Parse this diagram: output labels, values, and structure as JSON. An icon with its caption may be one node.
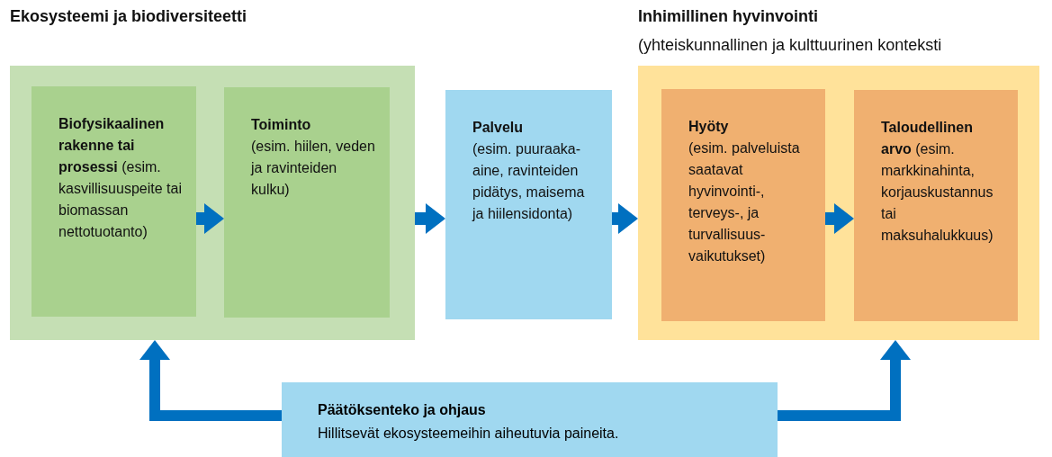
{
  "diagram": {
    "nodes": [
      {
        "text": [
          "Ekosysteemi ja biodiversiteetti"
        ]
      },
      {
        "text": [
          "**Biofysikaalinen rakenne tai prosessi** (esim. kasvillisuuspeite tai biomassan nettotuotanto)"
        ],
        "in": 0
      },
      {
        "text": [
          "Toiminto",
          "(esim. hiilen, veden ja ravinteiden kulku)"
        ],
        "in": 0
      },
      {
        "text": [
          "Palvelu",
          "(esim. puuraaka-aine, ravinteiden pidätys, maisema ja hiilensidonta)"
        ]
      },
      {
        "text": [
          "Inhimillinen hyvinvointi",
          "(yhteiskunnallinen ja kulttuurinen konteksti"
        ]
      },
      {
        "text": [
          "Hyöty",
          "(esim. palveluista saatavat hyvinvointi-, terveys-, ja turvallisuus-vaikutukset)"
        ],
        "in": 4
      },
      {
        "text": [
          "**Taloudellinen arvo** (esim. markkinahinta, korjauskustannus tai maksuhalukkuus)"
        ],
        "in": 4
      },
      {
        "text": [
          "Päätöksenteko ja ohjaus",
          "Hillitsevät ekosysteemeihin aiheutuvia paineita."
        ]
      }
    ],
    "edges": [
      {
        "from": 1,
        "to": 2,
        "arrow": "to"
      },
      {
        "from": 0,
        "to": 3,
        "arrow": "to"
      },
      {
        "from": 3,
        "to": 4,
        "arrow": "to"
      },
      {
        "from": 5,
        "to": 6,
        "arrow": "to"
      },
      {
        "from": 7,
        "to": 0,
        "arrow": "to"
      },
      {
        "from": 7,
        "to": 4,
        "arrow": "to"
      }
    ]
  }
}
